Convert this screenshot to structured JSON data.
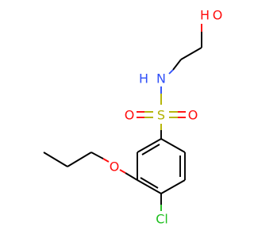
{
  "molecule": {
    "atoms": {
      "hydroxyl_oxygen": {
        "label": "O",
        "color": "#ff0d0d"
      },
      "hydroxyl_hydrogen": {
        "label": "H",
        "color": "#ff0d0d"
      },
      "amine_nitrogen": {
        "label": "N",
        "color": "#3050f8"
      },
      "amine_hydrogen": {
        "label": "H",
        "color": "#3050f8"
      },
      "sulfur": {
        "label": "S",
        "color": "#b2b200"
      },
      "sulfonyl_oxygen_left": {
        "label": "O",
        "color": "#ff0d0d"
      },
      "sulfonyl_oxygen_right": {
        "label": "O",
        "color": "#ff0d0d"
      },
      "ether_oxygen": {
        "label": "O",
        "color": "#ff0d0d"
      },
      "chlorine": {
        "label": "Cl",
        "color": "#1fbf1f"
      }
    }
  }
}
